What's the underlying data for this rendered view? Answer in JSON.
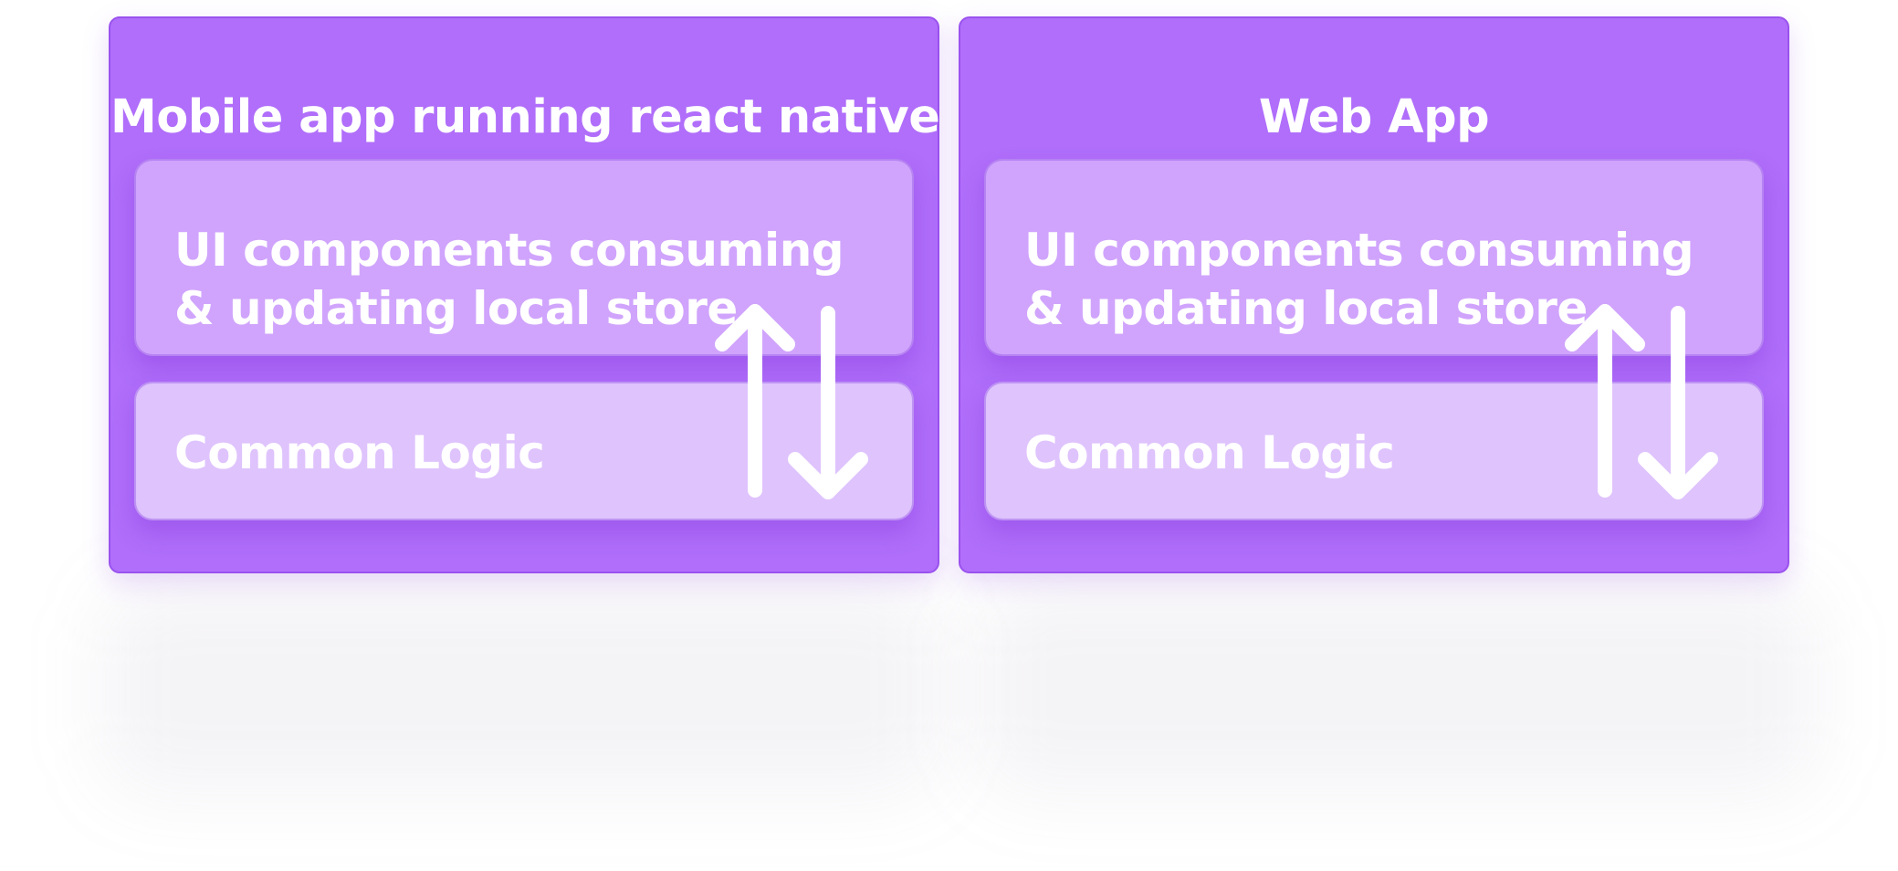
{
  "diagram": {
    "boxes": [
      {
        "title": "Mobile app running react native",
        "ui_panel": "UI components consuming & updating local store",
        "logic_panel": "Common Logic"
      },
      {
        "title": "Web App",
        "ui_panel": "UI components consuming & updating local store",
        "logic_panel": "Common Logic"
      }
    ],
    "colors": {
      "box": "#b06efa",
      "ui_panel": "#d0a4fc",
      "logic_panel": "#dfc3fd",
      "text": "#ffffff"
    },
    "icons": [
      "arrow-up-icon",
      "arrow-down-icon"
    ]
  }
}
